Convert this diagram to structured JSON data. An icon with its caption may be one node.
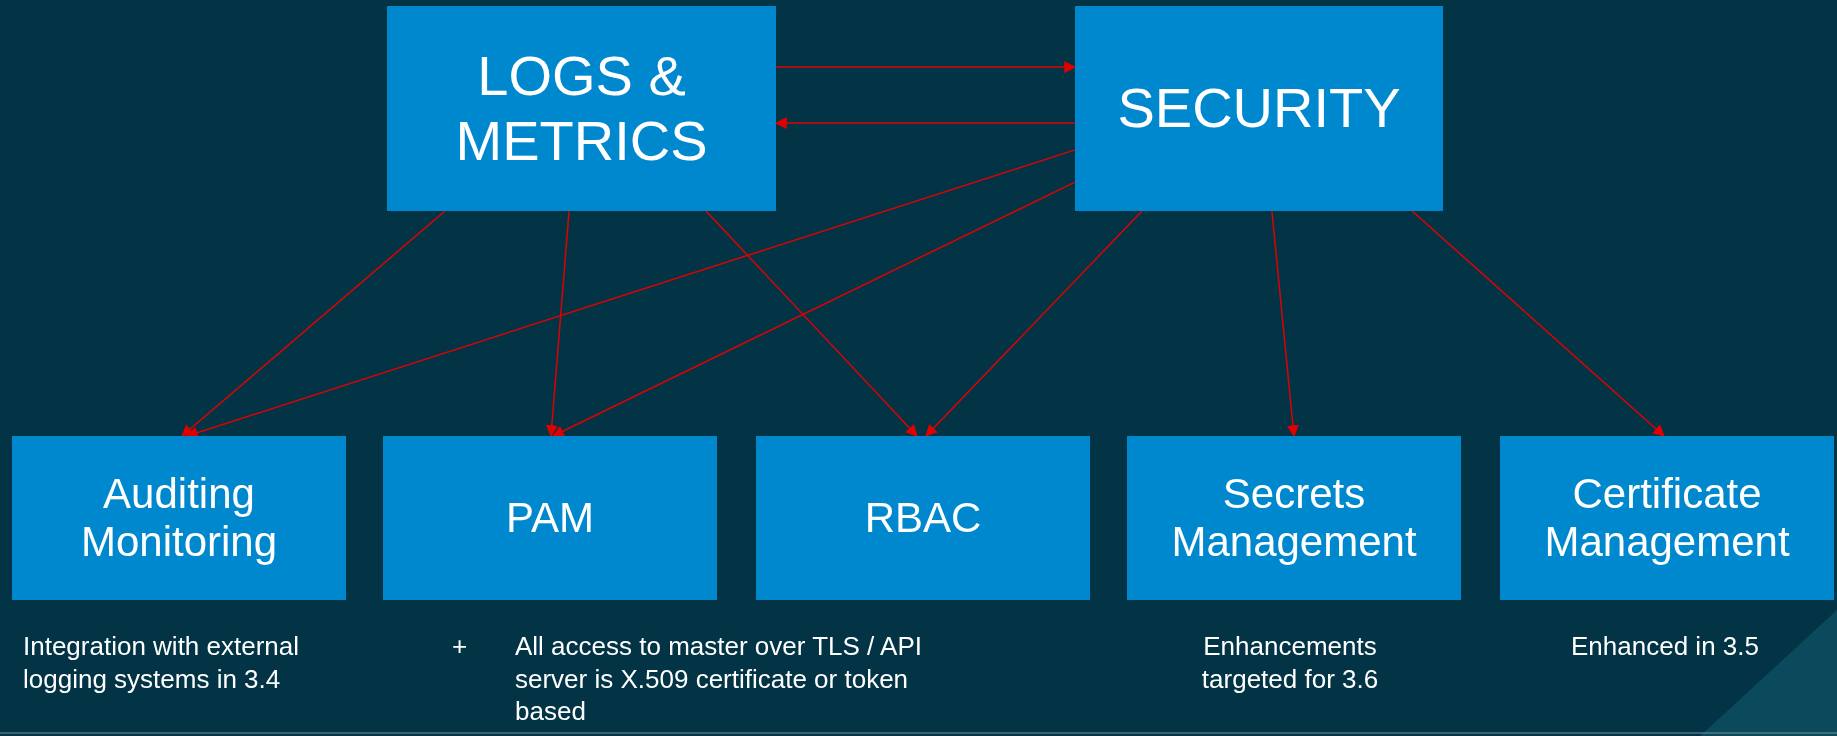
{
  "diagram": {
    "nodes": [
      {
        "text": [
          "LOGS & METRICS"
        ]
      },
      {
        "text": [
          "SECURITY"
        ]
      },
      {
        "text": [
          "Auditing Monitoring"
        ],
        "beside": [
          "Integration with external logging systems in 3.4"
        ]
      },
      {
        "text": [
          "PAM"
        ]
      },
      {
        "text": [
          "RBAC"
        ]
      },
      {
        "text": [
          "Secrets Management"
        ],
        "beside": [
          "Enhancements targeted for 3.6"
        ]
      },
      {
        "text": [
          "Certificate Management"
        ],
        "beside": [
          "Enhanced in 3.5"
        ]
      }
    ],
    "edges": [
      {
        "from": 0,
        "to": 1,
        "arrow": "to"
      },
      {
        "from": 1,
        "to": 0,
        "arrow": "to"
      },
      {
        "from": 0,
        "to": 2,
        "arrow": "to"
      },
      {
        "from": 0,
        "to": 3,
        "arrow": "to"
      },
      {
        "from": 0,
        "to": 4,
        "arrow": "to"
      },
      {
        "from": 1,
        "to": 2,
        "arrow": "to"
      },
      {
        "from": 1,
        "to": 3,
        "arrow": "to"
      },
      {
        "from": 1,
        "to": 4,
        "arrow": "to"
      },
      {
        "from": 1,
        "to": 5,
        "arrow": "to"
      },
      {
        "from": 1,
        "to": 6,
        "arrow": "to"
      }
    ],
    "labels": [
      "+",
      "All access to master over TLS / API server is X.509 certificate or token based"
    ]
  }
}
